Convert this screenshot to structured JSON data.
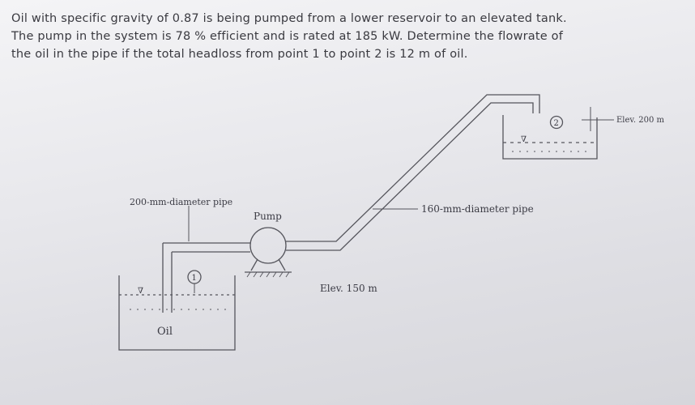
{
  "problem": {
    "lines": [
      "Oil with specific gravity of 0.87 is being pumped from a lower reservoir to an elevated tank.",
      "The pump in the system is 78 % efficient and is rated at 185 kW. Determine the flowrate of",
      "the oil in the pipe if the total headloss from point 1 to point 2 is 12 m of oil."
    ]
  },
  "diagram": {
    "label_suction_pipe": "200-mm-diameter pipe",
    "label_pump": "Pump",
    "label_discharge_pipe": "160-mm-diameter pipe",
    "label_pump_elev": "Elev. 150 m",
    "label_tank_elev": "Elev. 200 m",
    "label_oil": "Oil",
    "label_point1": "1",
    "label_point2": "2",
    "label_surface_symbol": "∇"
  }
}
